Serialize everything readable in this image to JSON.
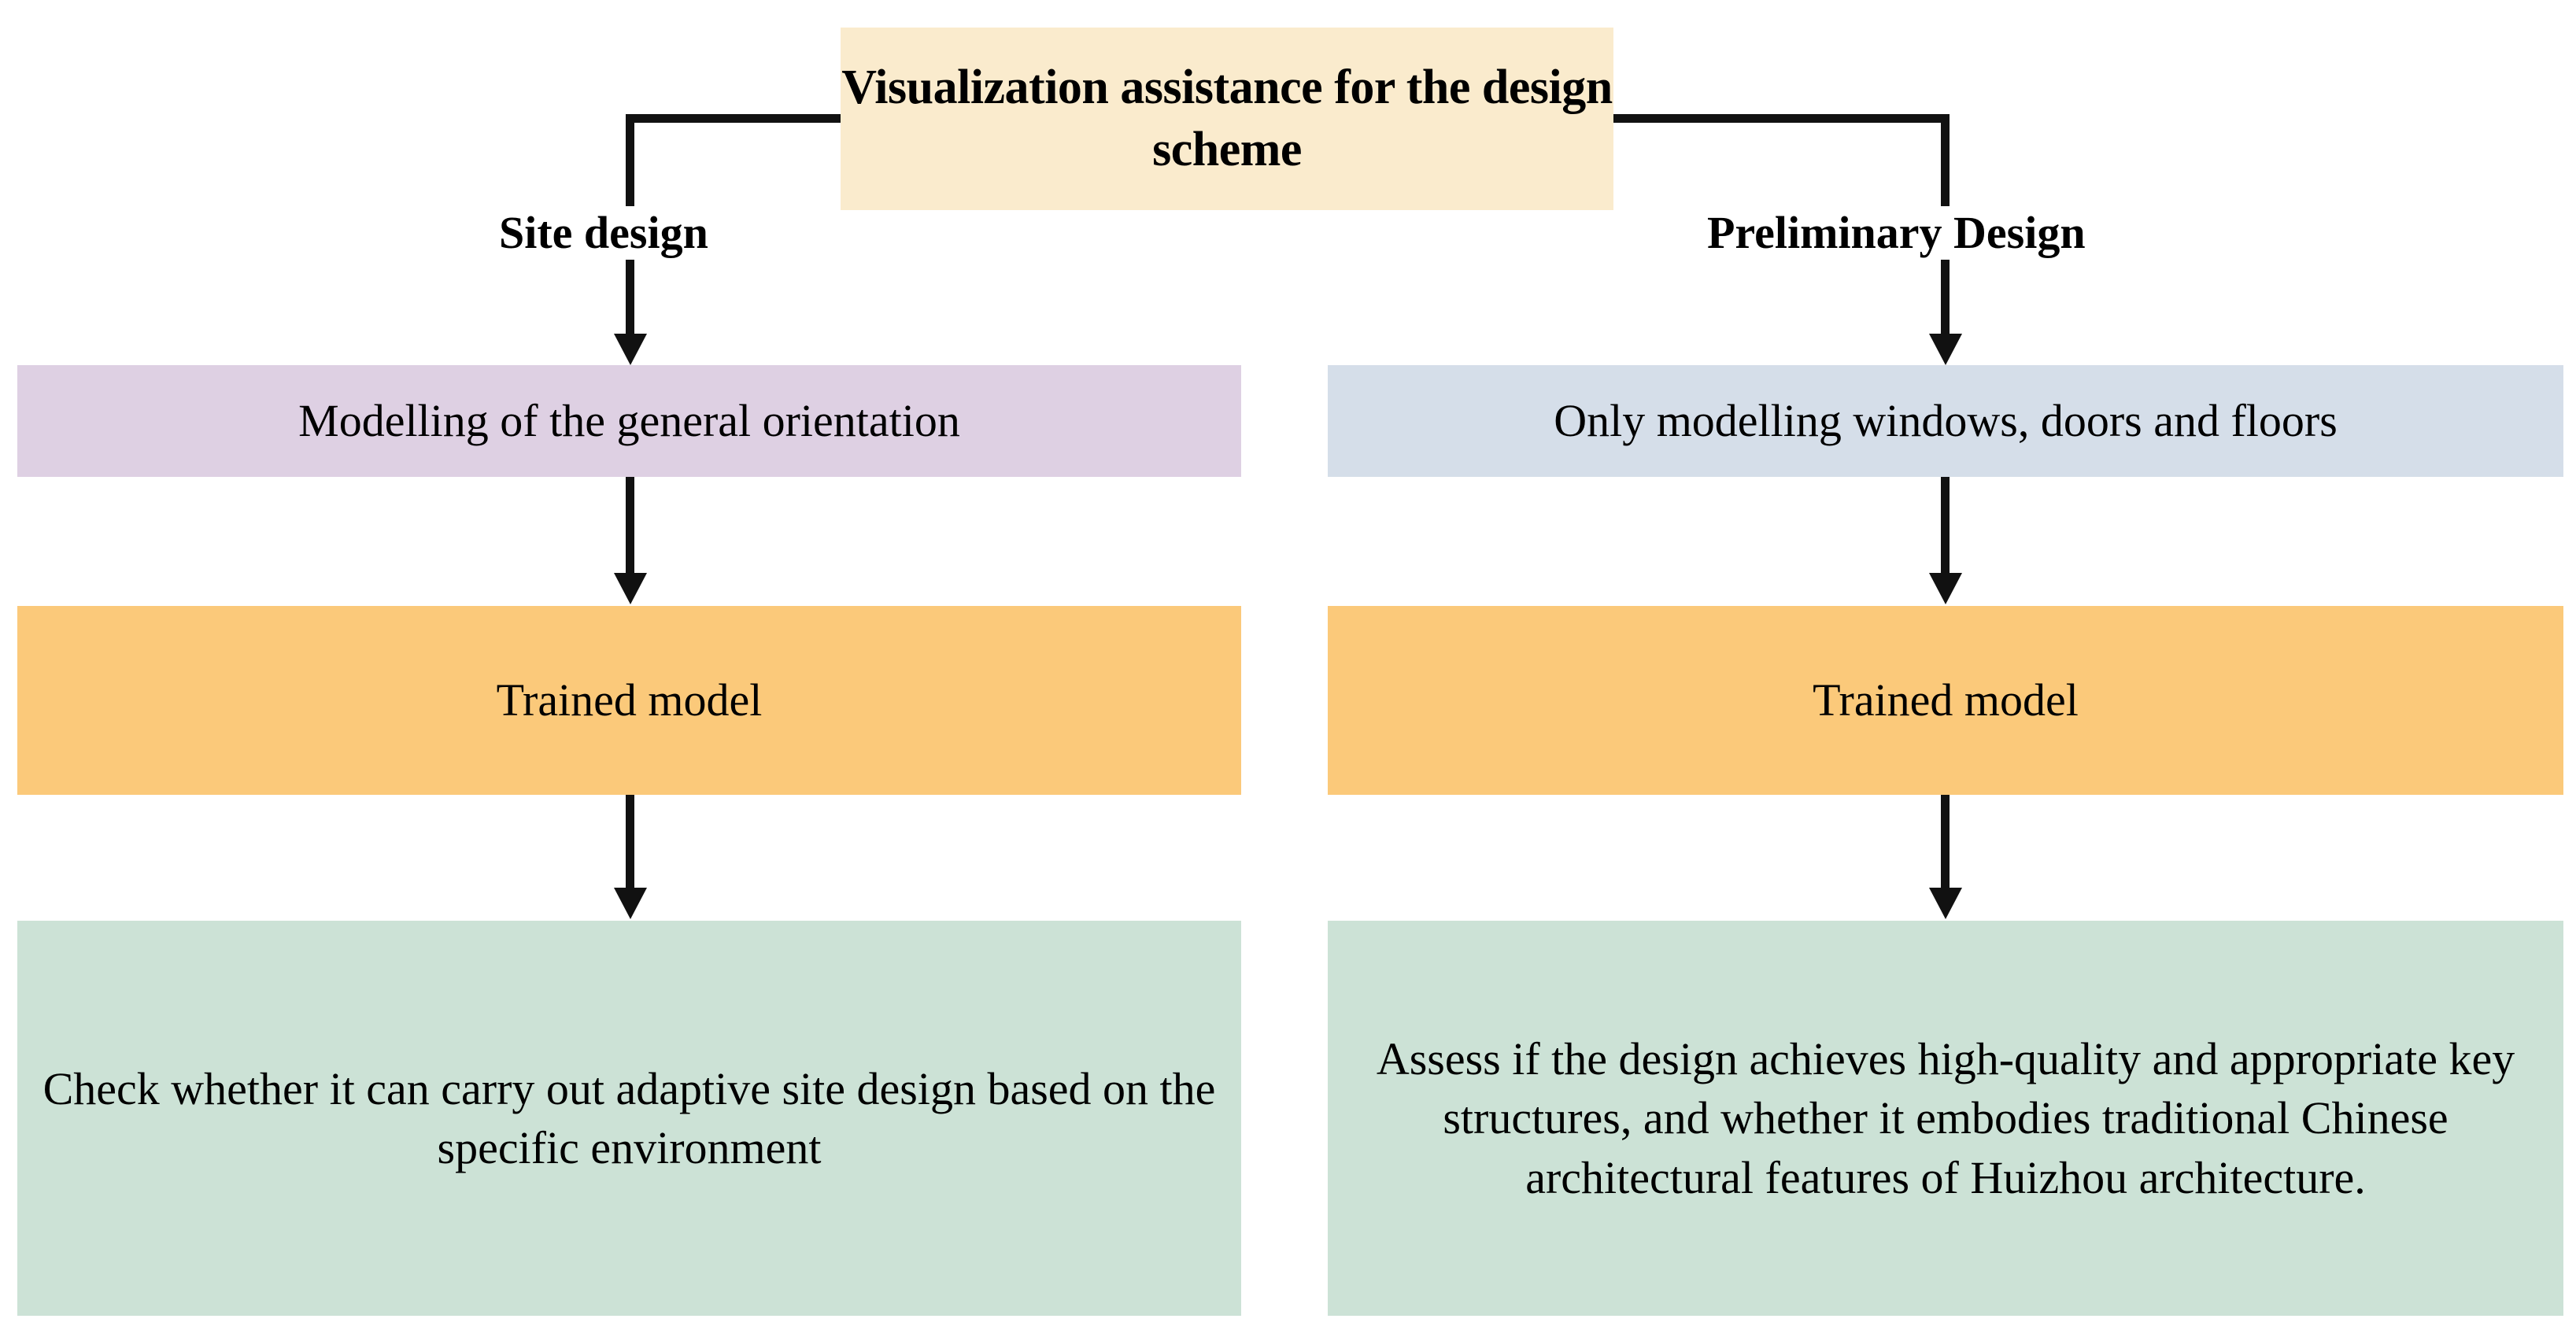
{
  "diagram": {
    "title_box": {
      "label": "Visualization assistance for the design scheme"
    },
    "branches": [
      {
        "name": "site-design",
        "label": "Site design",
        "steps": [
          {
            "label": "Modelling of the general orientation",
            "color": "#DED0E3"
          },
          {
            "label": "Trained model",
            "color": "#FBC97A"
          },
          {
            "label": "Check whether it can carry out adaptive site design based on the specific environment",
            "color": "#CCE2D6"
          }
        ]
      },
      {
        "name": "preliminary-design",
        "label": "Preliminary Design",
        "steps": [
          {
            "label": "Only modelling windows, doors and floors",
            "color": "#D5DEE9"
          },
          {
            "label": "Trained model",
            "color": "#FBC97A"
          },
          {
            "label": "Assess if the design achieves high-quality and appropriate key structures, and whether it embodies traditional Chinese architectural features of Huizhou architecture.",
            "color": "#CCE2D6"
          }
        ]
      }
    ],
    "colors": {
      "title_box": "#FAEBCD",
      "lavender": "#DED0E3",
      "blue_gray": "#D5DEE9",
      "orange": "#FBC97A",
      "green": "#CCE2D6",
      "connector": "#111111",
      "background": "#FFFFFF",
      "text": "#000000"
    }
  }
}
